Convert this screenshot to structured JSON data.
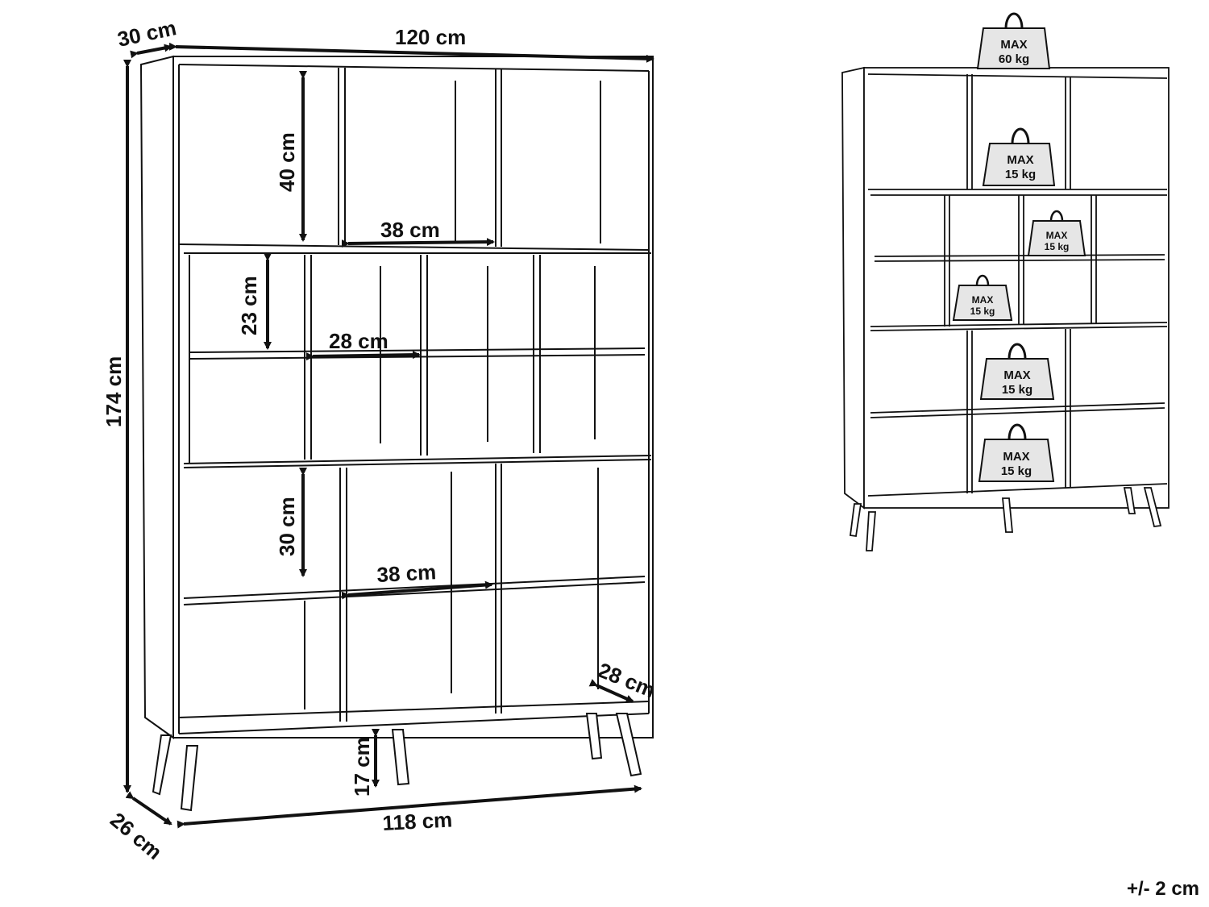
{
  "dimensions": {
    "overall_width": "120 cm",
    "overall_depth": "30 cm",
    "overall_height": "174 cm",
    "top_compartment_height": "40 cm",
    "top_compartment_width": "38 cm",
    "middle_compartment_height": "23 cm",
    "middle_compartment_width": "28 cm",
    "bottom_compartment_height": "30 cm",
    "bottom_compartment_width": "38 cm",
    "inner_depth": "28 cm",
    "leg_height": "17 cm",
    "base_width": "118 cm",
    "base_depth": "26 cm"
  },
  "load_limits": {
    "top": {
      "label": "MAX",
      "value": "60 kg"
    },
    "upper_shelf": {
      "label": "MAX",
      "value": "15 kg"
    },
    "middle_shelf_a": {
      "label": "MAX",
      "value": "15 kg"
    },
    "middle_shelf_b": {
      "label": "MAX",
      "value": "15 kg"
    },
    "lower_shelf_a": {
      "label": "MAX",
      "value": "15 kg"
    },
    "lower_shelf_b": {
      "label": "MAX",
      "value": "15 kg"
    }
  },
  "tolerance": "+/- 2 cm",
  "colors": {
    "line": "#111111",
    "weight_fill": "#e6e6e6"
  }
}
